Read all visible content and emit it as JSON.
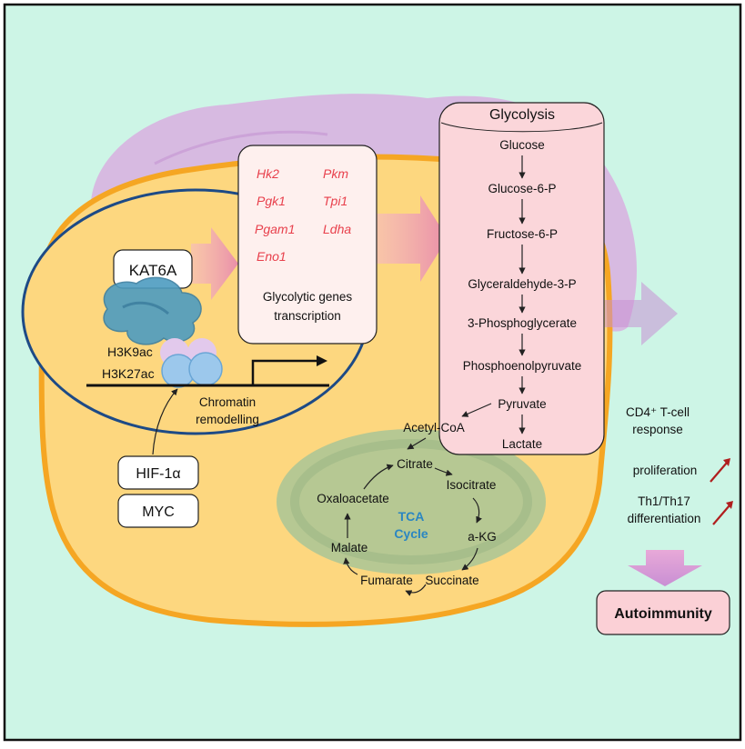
{
  "panel": {
    "background": "#cdf5e6",
    "border": "#111111"
  },
  "colors": {
    "cytoplasm": "#fdd77f",
    "cell_border": "#f5a623",
    "membrane_top": "#d8b4e0",
    "nucleus_border": "#1d4a86",
    "glycolysis_box": "#fbd6da",
    "mitochondrion": "#a9c596",
    "gene_text": "#e8404c",
    "tca_text": "#2a86c2",
    "up_arrow": "#b01e1e"
  },
  "kat6a": {
    "label": "KAT6A"
  },
  "histone": {
    "mark1": "H3K9ac",
    "mark2": "H3K27ac"
  },
  "chromatin": {
    "line1": "Chromatin",
    "line2": "remodelling"
  },
  "factors": {
    "hif": "HIF-1α",
    "myc": "MYC"
  },
  "genes": {
    "col1": [
      "Hk2",
      "Pgk1",
      "Pgam1",
      "Eno1"
    ],
    "col2": [
      "Pkm",
      "Tpi1",
      "Ldha"
    ],
    "caption1": "Glycolytic genes",
    "caption2": "transcription"
  },
  "glycolysis": {
    "title": "Glycolysis",
    "steps": [
      "Glucose",
      "Glucose-6-P",
      "Fructose-6-P",
      "Glyceraldehyde-3-P",
      "3-Phosphoglycerate",
      "Phosphoenolpyruvate",
      "Pyruvate",
      "Lactate"
    ]
  },
  "tca": {
    "acetyl": "Acetyl-CoA",
    "title1": "TCA",
    "title2": "Cycle",
    "citrate": "Citrate",
    "isocitrate": "Isocitrate",
    "akg": "a-KG",
    "succinate": "Succinate",
    "fumarate": "Fumarate",
    "malate": "Malate",
    "oxaloacetate": "Oxaloacetate"
  },
  "response": {
    "title1": "CD4⁺ T-cell",
    "title2": "response",
    "proliferation": "proliferation",
    "diff1": "Th1/Th17",
    "diff2": "differentiation"
  },
  "outcome": {
    "label": "Autoimmunity"
  }
}
